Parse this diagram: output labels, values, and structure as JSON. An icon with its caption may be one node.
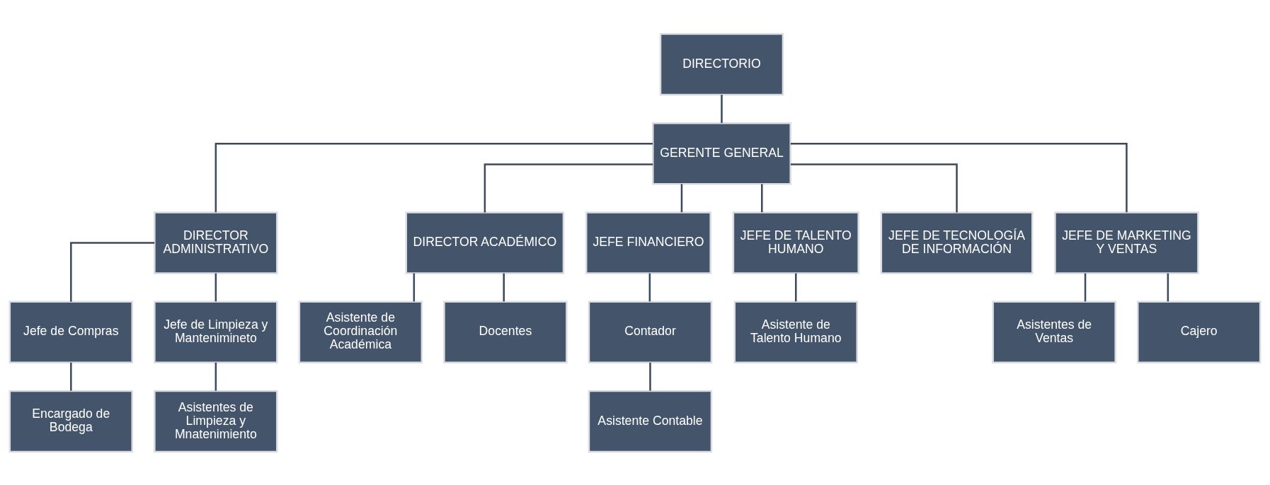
{
  "diagram": {
    "nodes": [
      {
        "text": [
          "DIRECTORIO"
        ]
      },
      {
        "text": [
          "GERENTE GENERAL"
        ]
      },
      {
        "text": [
          "DIRECTOR ADMINISTRATIVO"
        ]
      },
      {
        "text": [
          "DIRECTOR ACADÉMICO"
        ]
      },
      {
        "text": [
          "JEFE FINANCIERO"
        ]
      },
      {
        "text": [
          "JEFE DE TALENTO HUMANO"
        ]
      },
      {
        "text": [
          "JEFE DE TECNOLOGÍA DE INFORMACIÓN"
        ]
      },
      {
        "text": [
          "JEFE DE MARKETING Y VENTAS"
        ]
      },
      {
        "text": [
          "Jefe de Compras"
        ]
      },
      {
        "text": [
          "Jefe de Limpieza y Mantenimineto"
        ]
      },
      {
        "text": [
          "Asistente de Coordinación Académica"
        ]
      },
      {
        "text": [
          "Contador"
        ]
      },
      {
        "text": [
          "Asistente de Talento Humano"
        ]
      },
      {
        "text": [
          "Asistentes de Ventas"
        ]
      },
      {
        "text": [
          "Encargado de Bodega"
        ]
      },
      {
        "text": [
          "Asistentes de Limpieza y Mnatenimiento"
        ]
      },
      {
        "text": [
          "Docentes"
        ]
      },
      {
        "text": [
          "Asistente Contable"
        ]
      },
      {
        "text": [
          "Cajero"
        ]
      }
    ],
    "edges": [
      {
        "from": 0,
        "to": 1,
        "arrow": "none"
      },
      {
        "from": 1,
        "to": 2,
        "arrow": "none"
      },
      {
        "from": 1,
        "to": 3,
        "arrow": "none"
      },
      {
        "from": 1,
        "to": 4,
        "arrow": "none"
      },
      {
        "from": 1,
        "to": 5,
        "arrow": "none"
      },
      {
        "from": 1,
        "to": 6,
        "arrow": "none"
      },
      {
        "from": 1,
        "to": 7,
        "arrow": "none"
      },
      {
        "from": 2,
        "to": 8,
        "arrow": "none"
      },
      {
        "from": 2,
        "to": 9,
        "arrow": "none"
      },
      {
        "from": 3,
        "to": 10,
        "arrow": "none"
      },
      {
        "from": 3,
        "to": 16,
        "arrow": "none"
      },
      {
        "from": 4,
        "to": 11,
        "arrow": "none"
      },
      {
        "from": 5,
        "to": 12,
        "arrow": "none"
      },
      {
        "from": 7,
        "to": 13,
        "arrow": "none"
      },
      {
        "from": 7,
        "to": 18,
        "arrow": "none"
      },
      {
        "from": 8,
        "to": 14,
        "arrow": "none"
      },
      {
        "from": 9,
        "to": 15,
        "arrow": "none"
      },
      {
        "from": 11,
        "to": 17,
        "arrow": "none"
      }
    ]
  }
}
